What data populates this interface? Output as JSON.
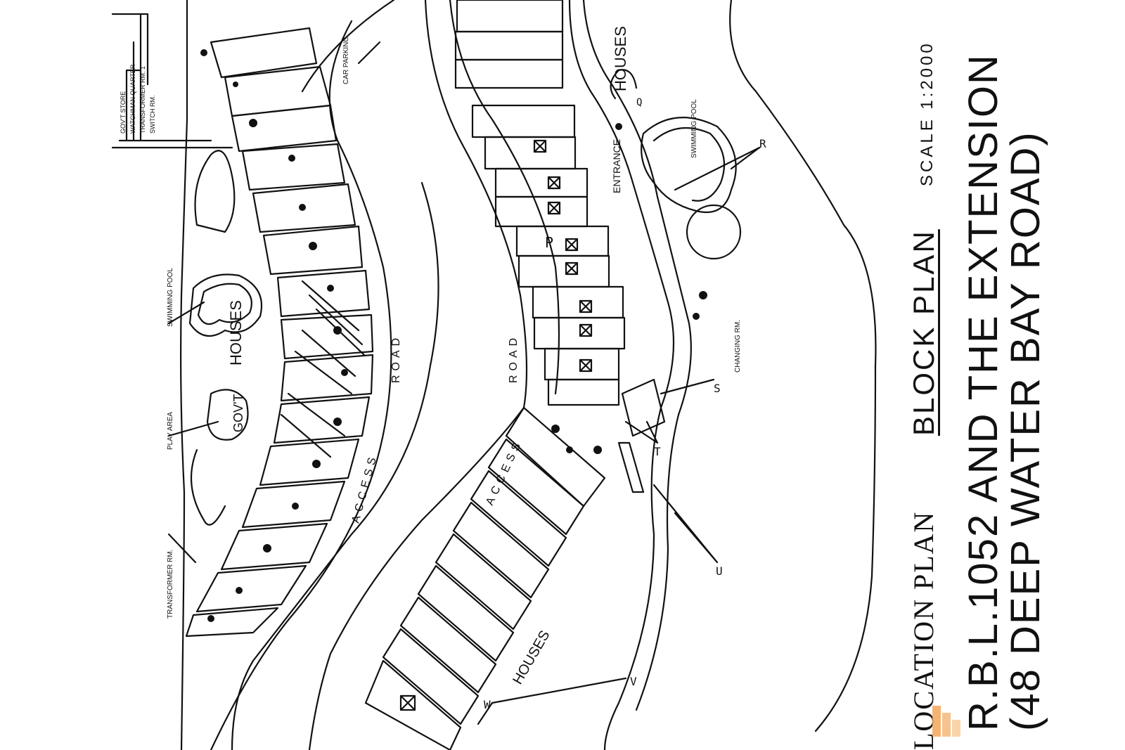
{
  "title_block": {
    "location_plan": "LOCATION PLAN",
    "lot": "R.B.L.1052 AND THE EXTENSION",
    "address": "(48 DEEP WATER BAY ROAD)",
    "block_plan": "BLOCK PLAN",
    "scale": "SCALE 1:2000"
  },
  "map_labels": {
    "access_road_left": "ACCESS",
    "road_left": "ROAD",
    "access_road_right": "ACCESS",
    "road_right": "ROAD",
    "houses_left": "HOUSES",
    "houses_bottom": "HOUSES",
    "houses_top": "HOUSES",
    "govt_left": "GOV'T",
    "swimming_pool_left": "SWIMMING POOL",
    "swimming_pool_right": "SWIMMING POOL",
    "car_parking": "CAR PARKING",
    "changing_rm": "CHANGING RM.",
    "transformer_rm": "TRANSFORMER RM.",
    "play_area": "PLAY AREA",
    "govt_store_legend": "GOV'T STORE",
    "watchman_legend": "WATCHMAN QUARTER",
    "trans_legend": "TRANSFORMER RM. 1",
    "switch_legend": "SWITCH RM.",
    "entrance": "ENTRANCE",
    "point_r": "R",
    "point_s": "S",
    "point_t": "T",
    "point_u": "U",
    "point_v": "V",
    "point_w": "W",
    "point_p": "P",
    "point_q": "Q"
  },
  "colors": {
    "ink": "#111111",
    "paper": "#ffffff",
    "watermark": "#f2a65a"
  }
}
